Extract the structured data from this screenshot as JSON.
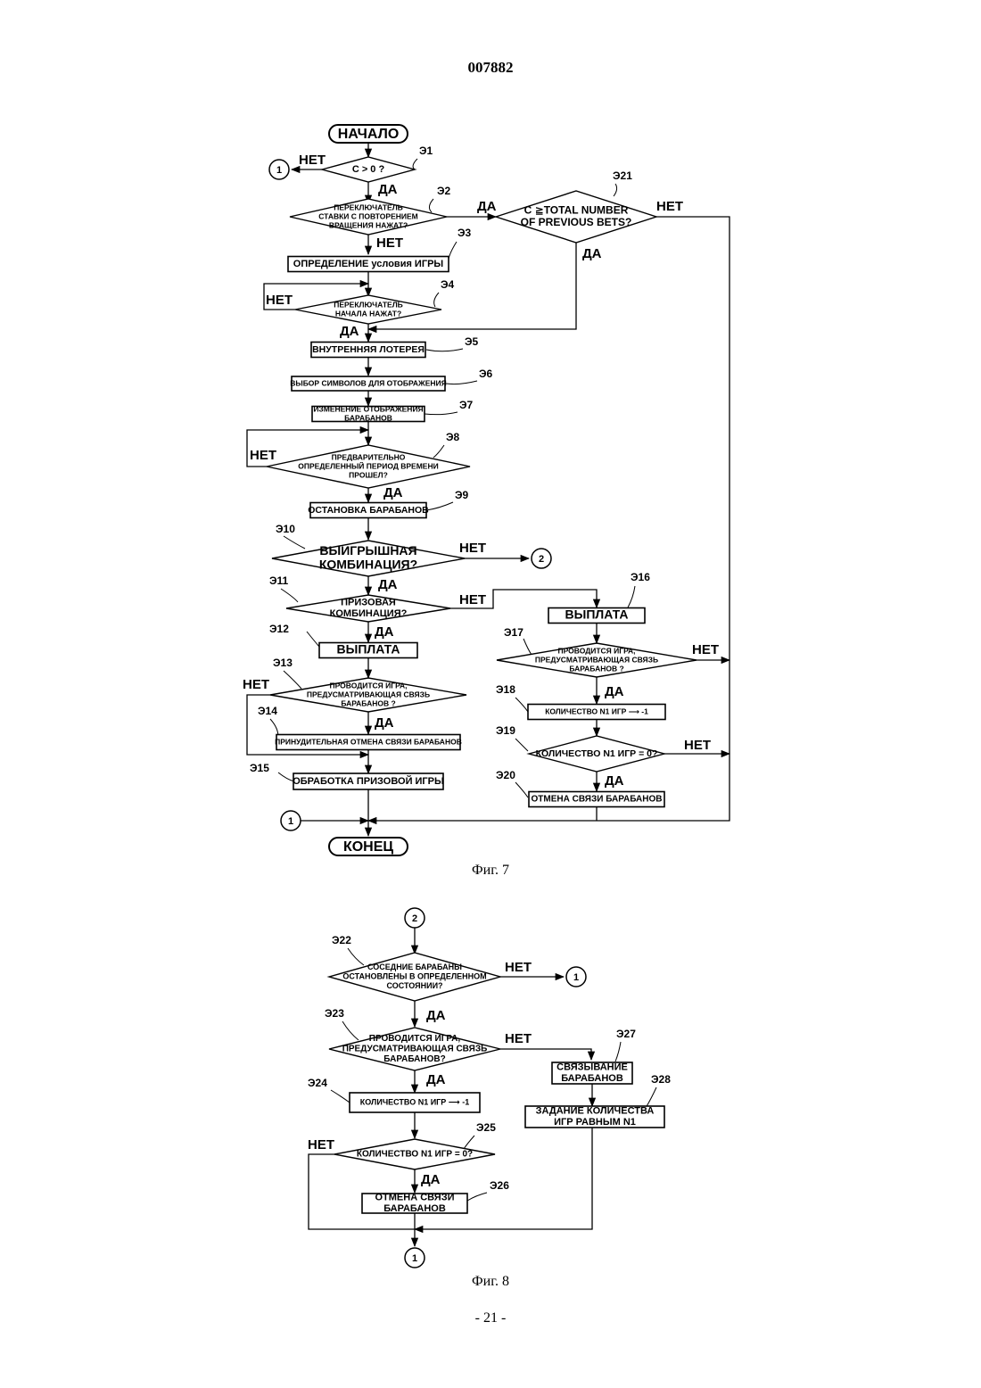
{
  "header": {
    "doc_number": "007882"
  },
  "fig7": {
    "caption": "Фиг. 7",
    "start": "НАЧАЛО",
    "end": "КОНЕЦ",
    "steps": {
      "s1": {
        "id": "Э1",
        "text": [
          "С > 0 ?"
        ]
      },
      "s2": {
        "id": "Э2",
        "text": [
          "ПЕРЕКЛЮЧАТЕЛЬ",
          "СТАВКИ С ПОВТОРЕНИЕМ",
          "ВРАЩЕНИЯ НАЖАТ?"
        ]
      },
      "s3": {
        "id": "Э3",
        "text": [
          "ОПРЕДЕЛЕНИЕ условия ИГРЫ"
        ]
      },
      "s4": {
        "id": "Э4",
        "text": [
          "ПЕРЕКЛЮЧАТЕЛЬ",
          "НАЧАЛА НАЖАТ?"
        ]
      },
      "s5": {
        "id": "Э5",
        "text": [
          "ВНУТРЕННЯЯ ЛОТЕРЕЯ"
        ]
      },
      "s6": {
        "id": "Э6",
        "text": [
          "ВЫБОР СИМВОЛОВ ДЛЯ ОТОБРАЖЕНИЯ"
        ]
      },
      "s7": {
        "id": "Э7",
        "text": [
          "ИЗМЕНЕНИЕ ОТОБРАЖЕНИЯ",
          "БАРАБАНОВ"
        ]
      },
      "s8": {
        "id": "Э8",
        "text": [
          "ПРЕДВАРИТЕЛЬНО",
          "ОПРЕДЕЛЕННЫЙ ПЕРИОД ВРЕМЕНИ",
          "ПРОШЕЛ?"
        ]
      },
      "s9": {
        "id": "Э9",
        "text": [
          "ОСТАНОВКА БАРАБАНОВ"
        ]
      },
      "s10": {
        "id": "Э10",
        "text": [
          "ВЫИГРЫШНАЯ",
          "КОМБИНАЦИЯ?"
        ]
      },
      "s11": {
        "id": "Э11",
        "text": [
          "ПРИЗОВАЯ",
          "КОМБИНАЦИЯ?"
        ]
      },
      "s12": {
        "id": "Э12",
        "text": [
          "ВЫПЛАТА"
        ]
      },
      "s13": {
        "id": "Э13",
        "text": [
          "ПРОВОДИТСЯ ИГРА,",
          "ПРЕДУСМАТРИВАЮЩАЯ СВЯЗЬ",
          "БАРАБАНОВ ?"
        ]
      },
      "s14": {
        "id": "Э14",
        "text": [
          "ПРИНУДИТЕЛЬНАЯ ОТМЕНА СВЯЗИ БАРАБАНОВ"
        ]
      },
      "s15": {
        "id": "Э15",
        "text": [
          "ОБРАБОТКА ПРИЗОВОЙ ИГРЫ"
        ]
      },
      "s16": {
        "id": "Э16",
        "text": [
          "ВЫПЛАТА"
        ]
      },
      "s17": {
        "id": "Э17",
        "text": [
          "ПРОВОДИТСЯ ИГРА,",
          "ПРЕДУСМАТРИВАЮЩАЯ СВЯЗЬ",
          "БАРАБАНОВ ?"
        ]
      },
      "s18": {
        "id": "Э18",
        "text": [
          "КОЛИЧЕСТВО N1 ИГР ⟶ -1"
        ]
      },
      "s19": {
        "id": "Э19",
        "text": [
          "КОЛИЧЕСТВО N1 ИГР = 0?"
        ]
      },
      "s20": {
        "id": "Э20",
        "text": [
          "ОТМЕНА СВЯЗИ БАРАБАНОВ"
        ]
      },
      "s21": {
        "id": "Э21",
        "text": [
          "С ≧TOTAL NUMBER",
          "OF PREVIOUS BETS?"
        ]
      }
    },
    "connectors": [
      "1",
      "2"
    ]
  },
  "fig8": {
    "caption": "Фиг. 8",
    "steps": {
      "s22": {
        "id": "Э22",
        "text": [
          "СОСЕДНИЕ БАРАБАНЫ",
          "ОСТАНОВЛЕНЫ В  ОПРЕДЕЛЕННОМ",
          "СОСТОЯНИИ?"
        ]
      },
      "s23": {
        "id": "Э23",
        "text": [
          "ПРОВОДИТСЯ ИГРА,",
          "ПРЕДУСМАТРИВАЮЩАЯ СВЯЗЬ",
          "БАРАБАНОВ?"
        ]
      },
      "s24": {
        "id": "Э24",
        "text": [
          "КОЛИЧЕСТВО N1 ИГР ⟶ -1"
        ]
      },
      "s25": {
        "id": "Э25",
        "text": [
          "КОЛИЧЕСТВО N1 ИГР = 0?"
        ]
      },
      "s26": {
        "id": "Э26",
        "text": [
          "ОТМЕНА СВЯЗИ",
          "БАРАБАНОВ"
        ]
      },
      "s27": {
        "id": "Э27",
        "text": [
          "СВЯЗЫВАНИЕ",
          "БАРАБАНОВ"
        ]
      },
      "s28": {
        "id": "Э28",
        "text": [
          "ЗАДАНИЕ КОЛИЧЕСТВА",
          "ИГР РАВНЫМ N1"
        ]
      }
    }
  },
  "labels": {
    "yes": "ДА",
    "no": "НЕТ"
  },
  "footer": {
    "page_number": "- 21 -"
  }
}
